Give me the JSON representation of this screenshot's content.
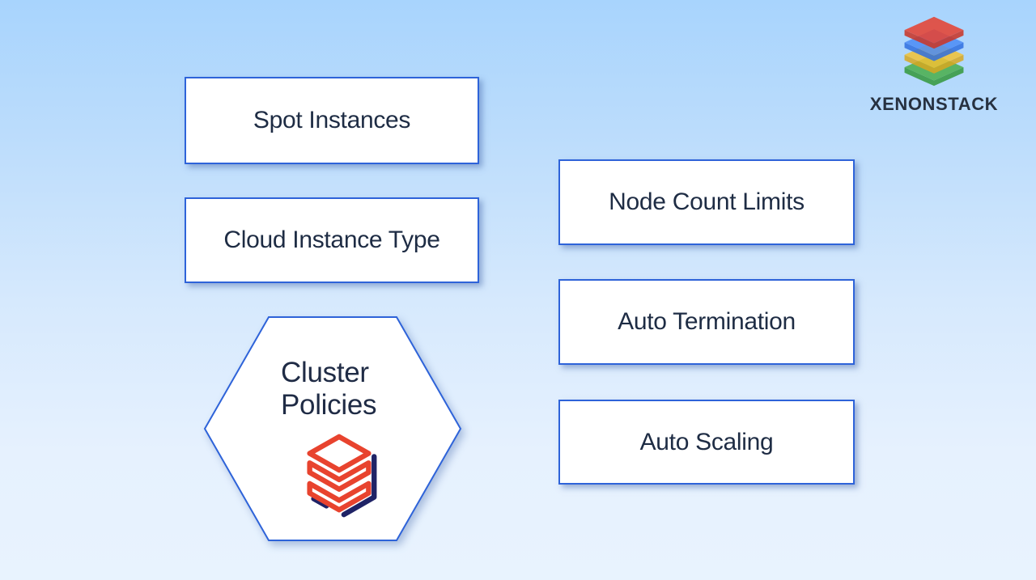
{
  "boxes": [
    {
      "id": "spot-instances",
      "label": "Spot Instances"
    },
    {
      "id": "cloud-instance-type",
      "label": "Cloud Instance Type"
    },
    {
      "id": "node-count-limits",
      "label": "Node Count Limits"
    },
    {
      "id": "auto-termination",
      "label": "Auto Termination"
    },
    {
      "id": "auto-scaling",
      "label": "Auto Scaling"
    }
  ],
  "center": {
    "title_line1": "Cluster",
    "title_line2": "Policies",
    "icon": "databricks-stack-icon"
  },
  "brand": {
    "name": "XENONSTACK",
    "icon": "layered-diamonds-icon",
    "layer_colors": [
      "#e54434",
      "#4b8bf5",
      "#f2c233",
      "#4caf50"
    ]
  },
  "colors": {
    "background_top": "#a8d4fd",
    "background_bottom": "#e8f3fe",
    "box_border": "#2e63d9",
    "box_fill": "#ffffff",
    "text_dark": "#1e2c44",
    "databricks_red": "#e8432e",
    "databricks_navy": "#1f2366",
    "brand_text": "#273140"
  }
}
